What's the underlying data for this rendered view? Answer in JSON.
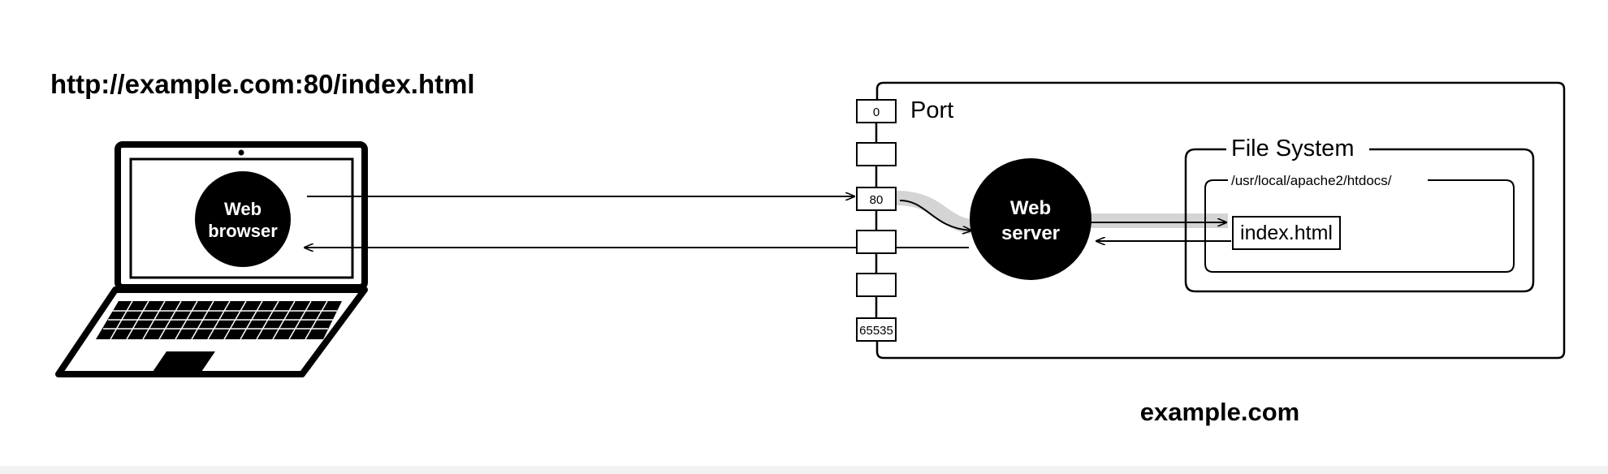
{
  "url": "http://example.com:80/index.html",
  "client": {
    "label_line1": "Web",
    "label_line2": "browser"
  },
  "server": {
    "label_line1": "Web",
    "label_line2": "server"
  },
  "host": "example.com",
  "port": {
    "title": "Port",
    "first": "0",
    "http": "80",
    "last": "65535"
  },
  "file_system": {
    "title": "File System",
    "document_root": "/usr/local/apache2/htdocs/",
    "file": "index.html"
  },
  "colors": {
    "ink": "#000000",
    "highlight": "#d4d4d4",
    "background": "#ffffff"
  }
}
